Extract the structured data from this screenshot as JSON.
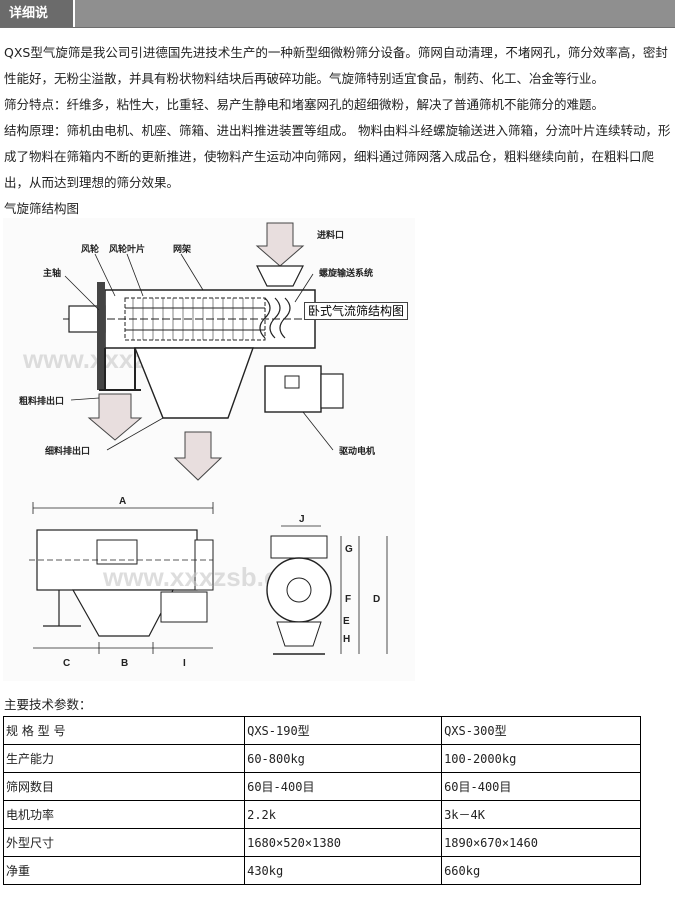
{
  "header": {
    "tab_label": "详细说明："
  },
  "intro": [
    "QXS型气旋筛是我公司引进德国先进技术生产的一种新型细微粉筛分设备。筛网自动清理，不堵网孔，筛分效率高，密封性能好，无粉尘溢散，并具有粉状物料结块后再破碎功能。气旋筛特别适宜食品，制药、化工、冶金等行业。",
    "筛分特点：纤维多，粘性大，比重轻、易产生静电和堵塞网孔的超细微粉，解决了普通筛机不能筛分的难题。",
    "结构原理：筛机由电机、机座、筛箱、进出料推进装置等组成。 物料由料斗经螺旋输送进入筛箱，分流叶片连续转动，形成了物料在筛箱内不断的更新推进，使物料产生运动冲向筛网，细料通过筛网落入成品仓，粗料继续向前，在粗料口爬出，从而达到理想的筛分效果。",
    "气旋筛结构图"
  ],
  "figure": {
    "tooltip": "卧式气流筛结构图",
    "labels": {
      "fan": "风轮",
      "fan_blade": "风轮叶片",
      "mesh_frame": "网架",
      "inlet": "进料口",
      "main_shaft": "主轴",
      "screw": "螺旋输送系统",
      "coarse_out": "粗料排出口",
      "fine_out": "细料排出口",
      "motor": "驱动电机"
    },
    "dims": [
      "A",
      "B",
      "C",
      "I",
      "J",
      "G",
      "F",
      "E",
      "H",
      "D"
    ],
    "watermark": "www.xxxzsb.com"
  },
  "params": {
    "title": "主要技术参数：",
    "rows": [
      [
        "规  格  型 号",
        "QXS-190型",
        "QXS-300型"
      ],
      [
        "生产能力",
        "60-800kg",
        "100-2000kg"
      ],
      [
        "筛网数目",
        "60目-400目",
        "60目-400目"
      ],
      [
        "电机功率",
        "2.2k",
        "3k－4K"
      ],
      [
        "外型尺寸",
        "1680×520×1380",
        "1890×670×1460"
      ],
      [
        "净重",
        "430kg",
        "660kg"
      ]
    ]
  }
}
